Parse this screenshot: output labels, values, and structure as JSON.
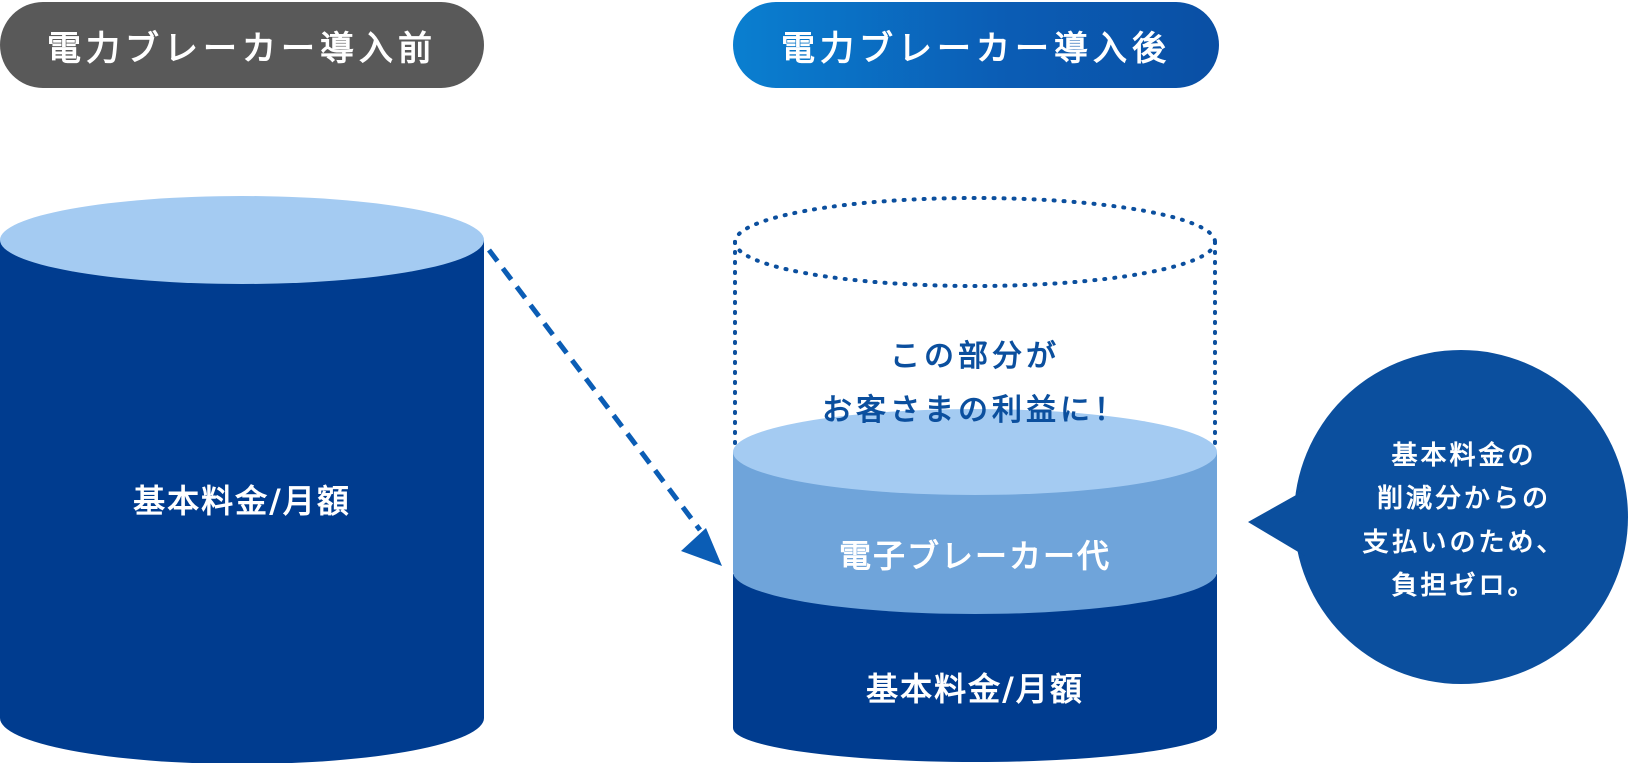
{
  "before": {
    "title": "電力ブレーカー導入前",
    "cylinder_label": "基本料金/月額"
  },
  "after": {
    "title": "電力ブレーカー導入後",
    "savings_line1": "この部分が",
    "savings_line2": "お客さまの利益に！",
    "breaker_label": "電子ブレーカー代",
    "base_label": "基本料金/月額"
  },
  "bubble": {
    "line1": "基本料金の",
    "line2": "削減分からの",
    "line3": "支払いのため、",
    "line4": "負担ゼロ。"
  },
  "colors": {
    "dark_blue": "#003c8f",
    "mid_blue": "#6fa4da",
    "light_blue": "#a4cbf2",
    "gray": "#595959",
    "accent_blue": "#0b5db5"
  }
}
